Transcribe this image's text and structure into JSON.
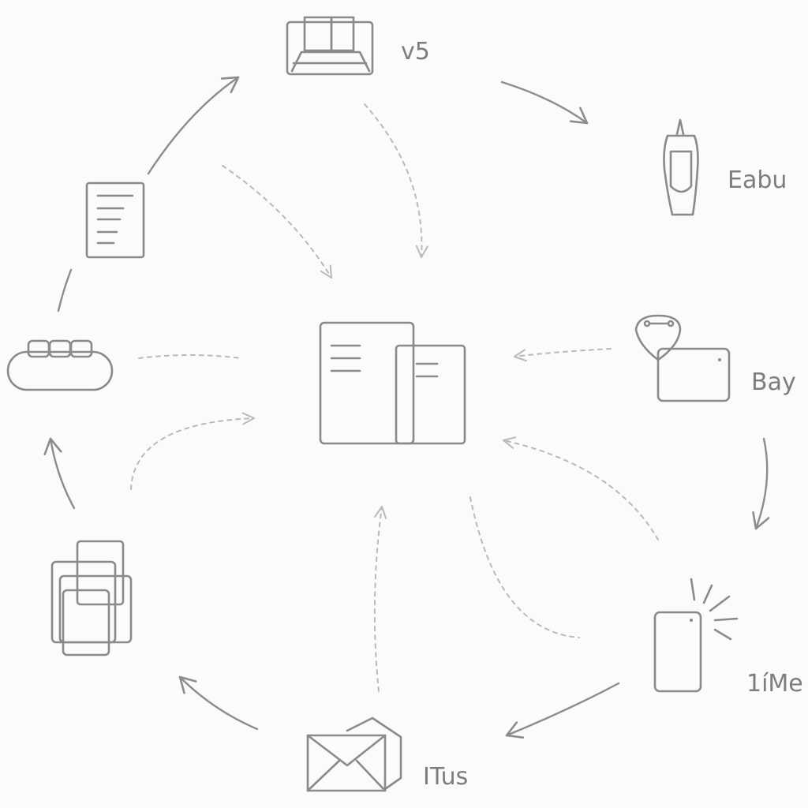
{
  "labels": {
    "top": "v5",
    "top_right": "Eabu",
    "right": "Bay",
    "bottom_right": "1íMe",
    "bottom": "ITus"
  },
  "icons": {
    "center": "documents-icon",
    "top": "book-stand-icon",
    "top_right": "bottle-icon",
    "right": "tag-box-icon",
    "bottom_right": "phone-icon",
    "bottom": "envelope-icon",
    "bottom_left": "cards-icon",
    "left": "tray-icon",
    "top_left": "document-icon"
  },
  "colors": {
    "stroke": "#8a8a8a",
    "dashed": "#b9b9b9",
    "label": "#7d7d7d",
    "background": "#fbfbfb"
  }
}
